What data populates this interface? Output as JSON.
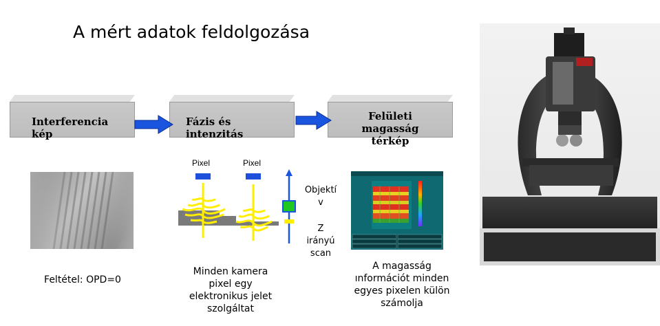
{
  "title": "A mért adatok feldolgozása",
  "boxes": [
    {
      "line1": "Interferencia",
      "line2": "kép"
    },
    {
      "line1": "Fázis és",
      "line2": "intenzitás"
    },
    {
      "line1": "Felületi",
      "line2": "magasság",
      "line3": "térkép"
    }
  ],
  "interferogram": {
    "caption": "Feltétel: OPD=0"
  },
  "signal": {
    "pixel_label_1": "Pixel",
    "pixel_label_2": "Pixel",
    "caption": [
      "Minden kamera",
      "pixel egy",
      "elektronikus jelet",
      "szolgáltat"
    ]
  },
  "scan": {
    "objective": [
      "Objektí",
      "v"
    ],
    "z_scan": [
      "Z",
      "irányú",
      "scan"
    ]
  },
  "map": {
    "caption": [
      "A magasság",
      "ınformációt minden",
      "egyes pixelen külön",
      "számolja"
    ]
  },
  "colors": {
    "arrow": "#1a55e0",
    "signal": "#ffee00",
    "pixel": "#1e50dc",
    "objective": "#1ec81e"
  }
}
